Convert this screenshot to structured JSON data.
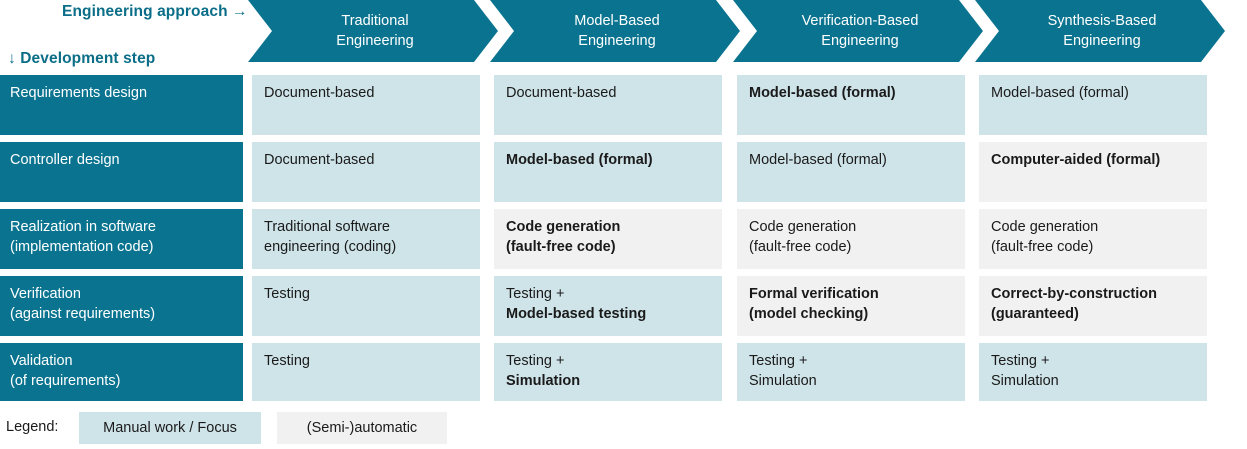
{
  "axes": {
    "columns_label": "Engineering approach →",
    "rows_label": "↓ Development step"
  },
  "colors": {
    "brand_teal": "#0a7490",
    "label_teal": "#0b6e88",
    "manual_bg": "#cfe4e9",
    "semiauto_bg": "#f1f1f1",
    "text": "#1a1a1a",
    "white": "#ffffff"
  },
  "columns": [
    {
      "line1": "Traditional",
      "line2": "Engineering"
    },
    {
      "line1": "Model-Based",
      "line2": "Engineering"
    },
    {
      "line1": "Verification-Based",
      "line2": "Engineering"
    },
    {
      "line1": "Synthesis-Based",
      "line2": "Engineering"
    }
  ],
  "rows": [
    {
      "step_line1": "Requirements design",
      "step_line2": "",
      "cells": [
        {
          "fill": "manual",
          "lines": [
            {
              "text": "Document-based",
              "bold": false
            }
          ]
        },
        {
          "fill": "manual",
          "lines": [
            {
              "text": "Document-based",
              "bold": false
            }
          ]
        },
        {
          "fill": "manual",
          "lines": [
            {
              "text": "Model-based (formal)",
              "bold": true
            }
          ]
        },
        {
          "fill": "manual",
          "lines": [
            {
              "text": "Model-based (formal)",
              "bold": false
            }
          ]
        }
      ]
    },
    {
      "step_line1": "Controller design",
      "step_line2": "",
      "cells": [
        {
          "fill": "manual",
          "lines": [
            {
              "text": "Document-based",
              "bold": false
            }
          ]
        },
        {
          "fill": "manual",
          "lines": [
            {
              "text": "Model-based (formal)",
              "bold": true
            }
          ]
        },
        {
          "fill": "manual",
          "lines": [
            {
              "text": "Model-based (formal)",
              "bold": false
            }
          ]
        },
        {
          "fill": "semiauto",
          "lines": [
            {
              "text": "Computer-aided (formal)",
              "bold": true
            }
          ]
        }
      ]
    },
    {
      "step_line1": "Realization in software",
      "step_line2": "(implementation code)",
      "cells": [
        {
          "fill": "manual",
          "lines": [
            {
              "text": "Traditional software",
              "bold": false
            },
            {
              "text": "engineering (coding)",
              "bold": false
            }
          ]
        },
        {
          "fill": "semiauto",
          "lines": [
            {
              "text": "Code generation",
              "bold": true
            },
            {
              "text": "(fault-free code)",
              "bold": true
            }
          ]
        },
        {
          "fill": "semiauto",
          "lines": [
            {
              "text": "Code generation",
              "bold": false
            },
            {
              "text": "(fault-free code)",
              "bold": false
            }
          ]
        },
        {
          "fill": "semiauto",
          "lines": [
            {
              "text": "Code generation",
              "bold": false
            },
            {
              "text": "(fault-free code)",
              "bold": false
            }
          ]
        }
      ]
    },
    {
      "step_line1": "Verification",
      "step_line2": "(against requirements)",
      "cells": [
        {
          "fill": "manual",
          "lines": [
            {
              "text": "Testing",
              "bold": false
            }
          ]
        },
        {
          "fill": "manual",
          "lines": [
            {
              "text": "Testing +",
              "bold": false
            },
            {
              "text": "Model-based testing",
              "bold": true
            }
          ]
        },
        {
          "fill": "semiauto",
          "lines": [
            {
              "text": "Formal verification",
              "bold": true
            },
            {
              "text": "(model checking)",
              "bold": true
            }
          ]
        },
        {
          "fill": "semiauto",
          "lines": [
            {
              "text": "Correct-by-construction",
              "bold": true
            },
            {
              "text": "(guaranteed)",
              "bold": true
            }
          ]
        }
      ]
    },
    {
      "step_line1": "Validation",
      "step_line2": "(of requirements)",
      "cells": [
        {
          "fill": "manual",
          "lines": [
            {
              "text": "Testing",
              "bold": false
            }
          ]
        },
        {
          "fill": "manual",
          "lines": [
            {
              "text": "Testing +",
              "bold": false
            },
            {
              "text": "Simulation",
              "bold": true
            }
          ]
        },
        {
          "fill": "manual",
          "lines": [
            {
              "text": "Testing +",
              "bold": false
            },
            {
              "text": "Simulation",
              "bold": false
            }
          ]
        },
        {
          "fill": "manual",
          "lines": [
            {
              "text": "Testing +",
              "bold": false
            },
            {
              "text": "Simulation",
              "bold": false
            }
          ]
        }
      ]
    }
  ],
  "legend": {
    "title": "Legend:",
    "manual_label": "Manual work / Focus",
    "semiauto_label": "(Semi-)automatic"
  }
}
